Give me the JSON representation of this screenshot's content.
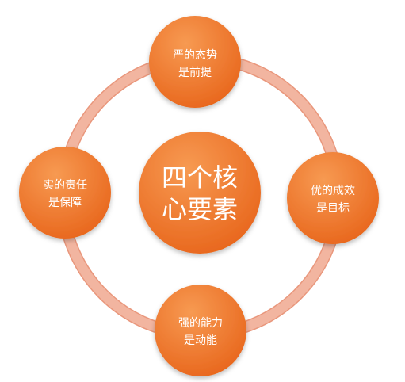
{
  "colors": {
    "ring": "#f2b5a0",
    "ring_edge": "#e9977c",
    "node_light": "#f79a52",
    "node_dark": "#e8661c",
    "text": "#ffffff"
  },
  "center": {
    "line1": "四个核",
    "line2": "心要素"
  },
  "nodes": {
    "top": {
      "line1": "严的态势",
      "line2": "是前提"
    },
    "right": {
      "line1": "优的成效",
      "line2": "是目标"
    },
    "bottom": {
      "line1": "强的能力",
      "line2": "是动能"
    },
    "left": {
      "line1": "实的责任",
      "line2": "是保障"
    }
  }
}
